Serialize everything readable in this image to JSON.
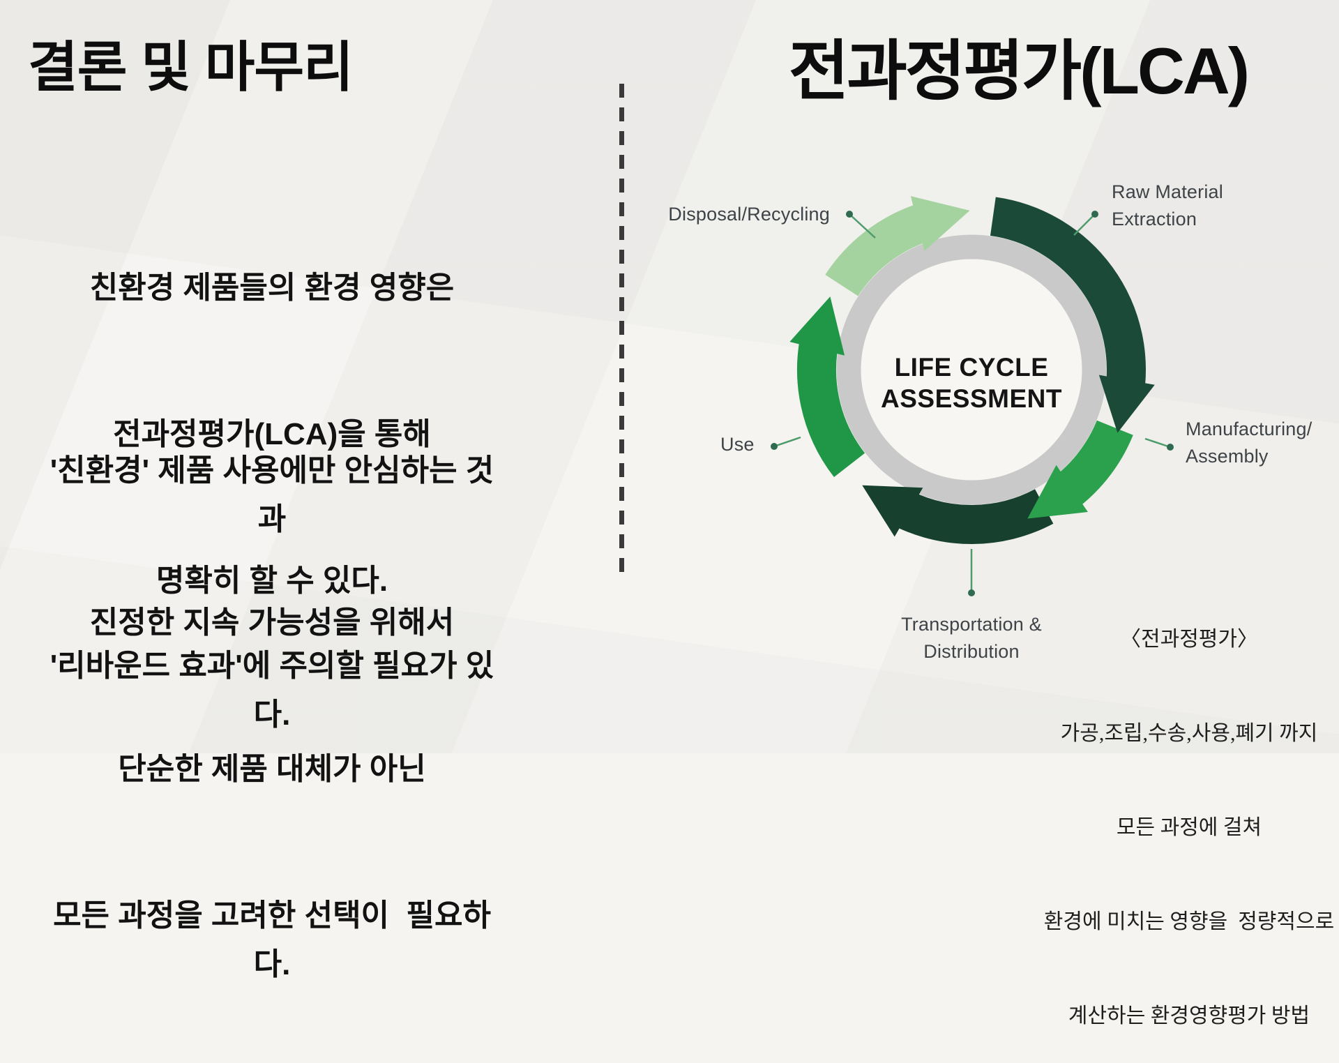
{
  "left_panel": {
    "title": "결론 및 마무리",
    "paragraphs": [
      {
        "lines": [
          "친환경 제품들의 환경 영향은",
          "전과정평가(LCA)을 통해",
          "명확히 할 수 있다."
        ]
      },
      {
        "lines": [
          "'친환경' 제품 사용에만 안심하는 것과",
          "'리바운드 효과'에 주의할 필요가 있다."
        ]
      },
      {
        "lines": [
          "진정한 지속 가능성을 위해서",
          "단순한 제품 대체가 아닌",
          "모든 과정을 고려한 선택이  필요하다."
        ]
      }
    ]
  },
  "right_panel": {
    "title": "전과정평가(LCA)",
    "diagram": {
      "center_label_line1": "LIFE CYCLE",
      "center_label_line2": "ASSESSMENT",
      "stages": [
        {
          "name": "disposal-recycling",
          "lines": [
            "Disposal/Recycling"
          ]
        },
        {
          "name": "raw-material-extraction",
          "lines": [
            "Raw Material",
            "Extraction"
          ]
        },
        {
          "name": "manufacturing-assembly",
          "lines": [
            "Manufacturing/",
            "Assembly"
          ]
        },
        {
          "name": "use",
          "lines": [
            "Use"
          ]
        },
        {
          "name": "transportation-distribution",
          "lines": [
            "Transportation &",
            "Distribution"
          ]
        }
      ],
      "colors": {
        "disposal": "#A5D3A0",
        "raw_material": "#1C4A39",
        "manufacturing": "#2BA14E",
        "transportation": "#17402F",
        "use": "#1F9747",
        "ring_gray": "#C9C9C9",
        "inner_circle": "#F7F6F3",
        "connector": "#4E9B6B",
        "dot": "#2E6B50"
      }
    },
    "annotation": {
      "lines": [
        "〈전과정평가〉",
        "가공,조립,수송,사용,폐기 까지",
        "모든 과정에 걸쳐",
        "환경에 미치는 영향을  정량적으로",
        "계산하는 환경영향평가 방법"
      ]
    }
  }
}
